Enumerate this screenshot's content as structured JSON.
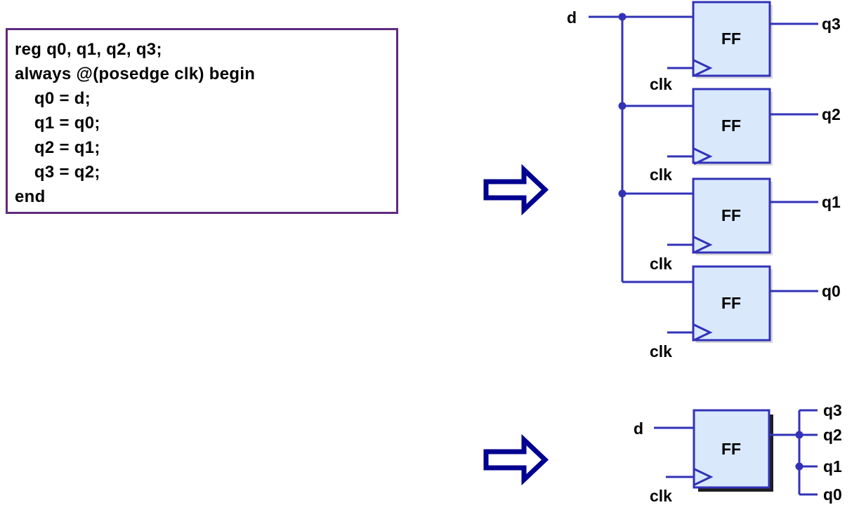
{
  "colors": {
    "wire_blue": "#3232b8",
    "ff_fill": "#d9e9fb",
    "ff_shadow_top_circuit": "#d7d7d7",
    "ff_shadow_bottom_circuit": "#1e1e1e",
    "arrow_navy": "#000090",
    "code_box_border_purple": "#5f2b80",
    "text_black": "#000000"
  },
  "code_panel": {
    "lines": [
      "reg q0, q1, q2, q3;",
      "always @(posedge clk) begin",
      "    q0 = d;",
      "    q1 = q0;",
      "    q2 = q1;",
      "    q3 = q2;",
      "end"
    ]
  },
  "top_circuit": {
    "data_input_label": "d",
    "clock_label": "clk",
    "ff_label": "FF",
    "outputs": [
      "q3",
      "q2",
      "q1",
      "q0"
    ]
  },
  "bottom_circuit": {
    "data_input_label": "d",
    "clock_label": "clk",
    "ff_label": "FF",
    "outputs": [
      "q3",
      "q2",
      "q1",
      "q0"
    ]
  }
}
